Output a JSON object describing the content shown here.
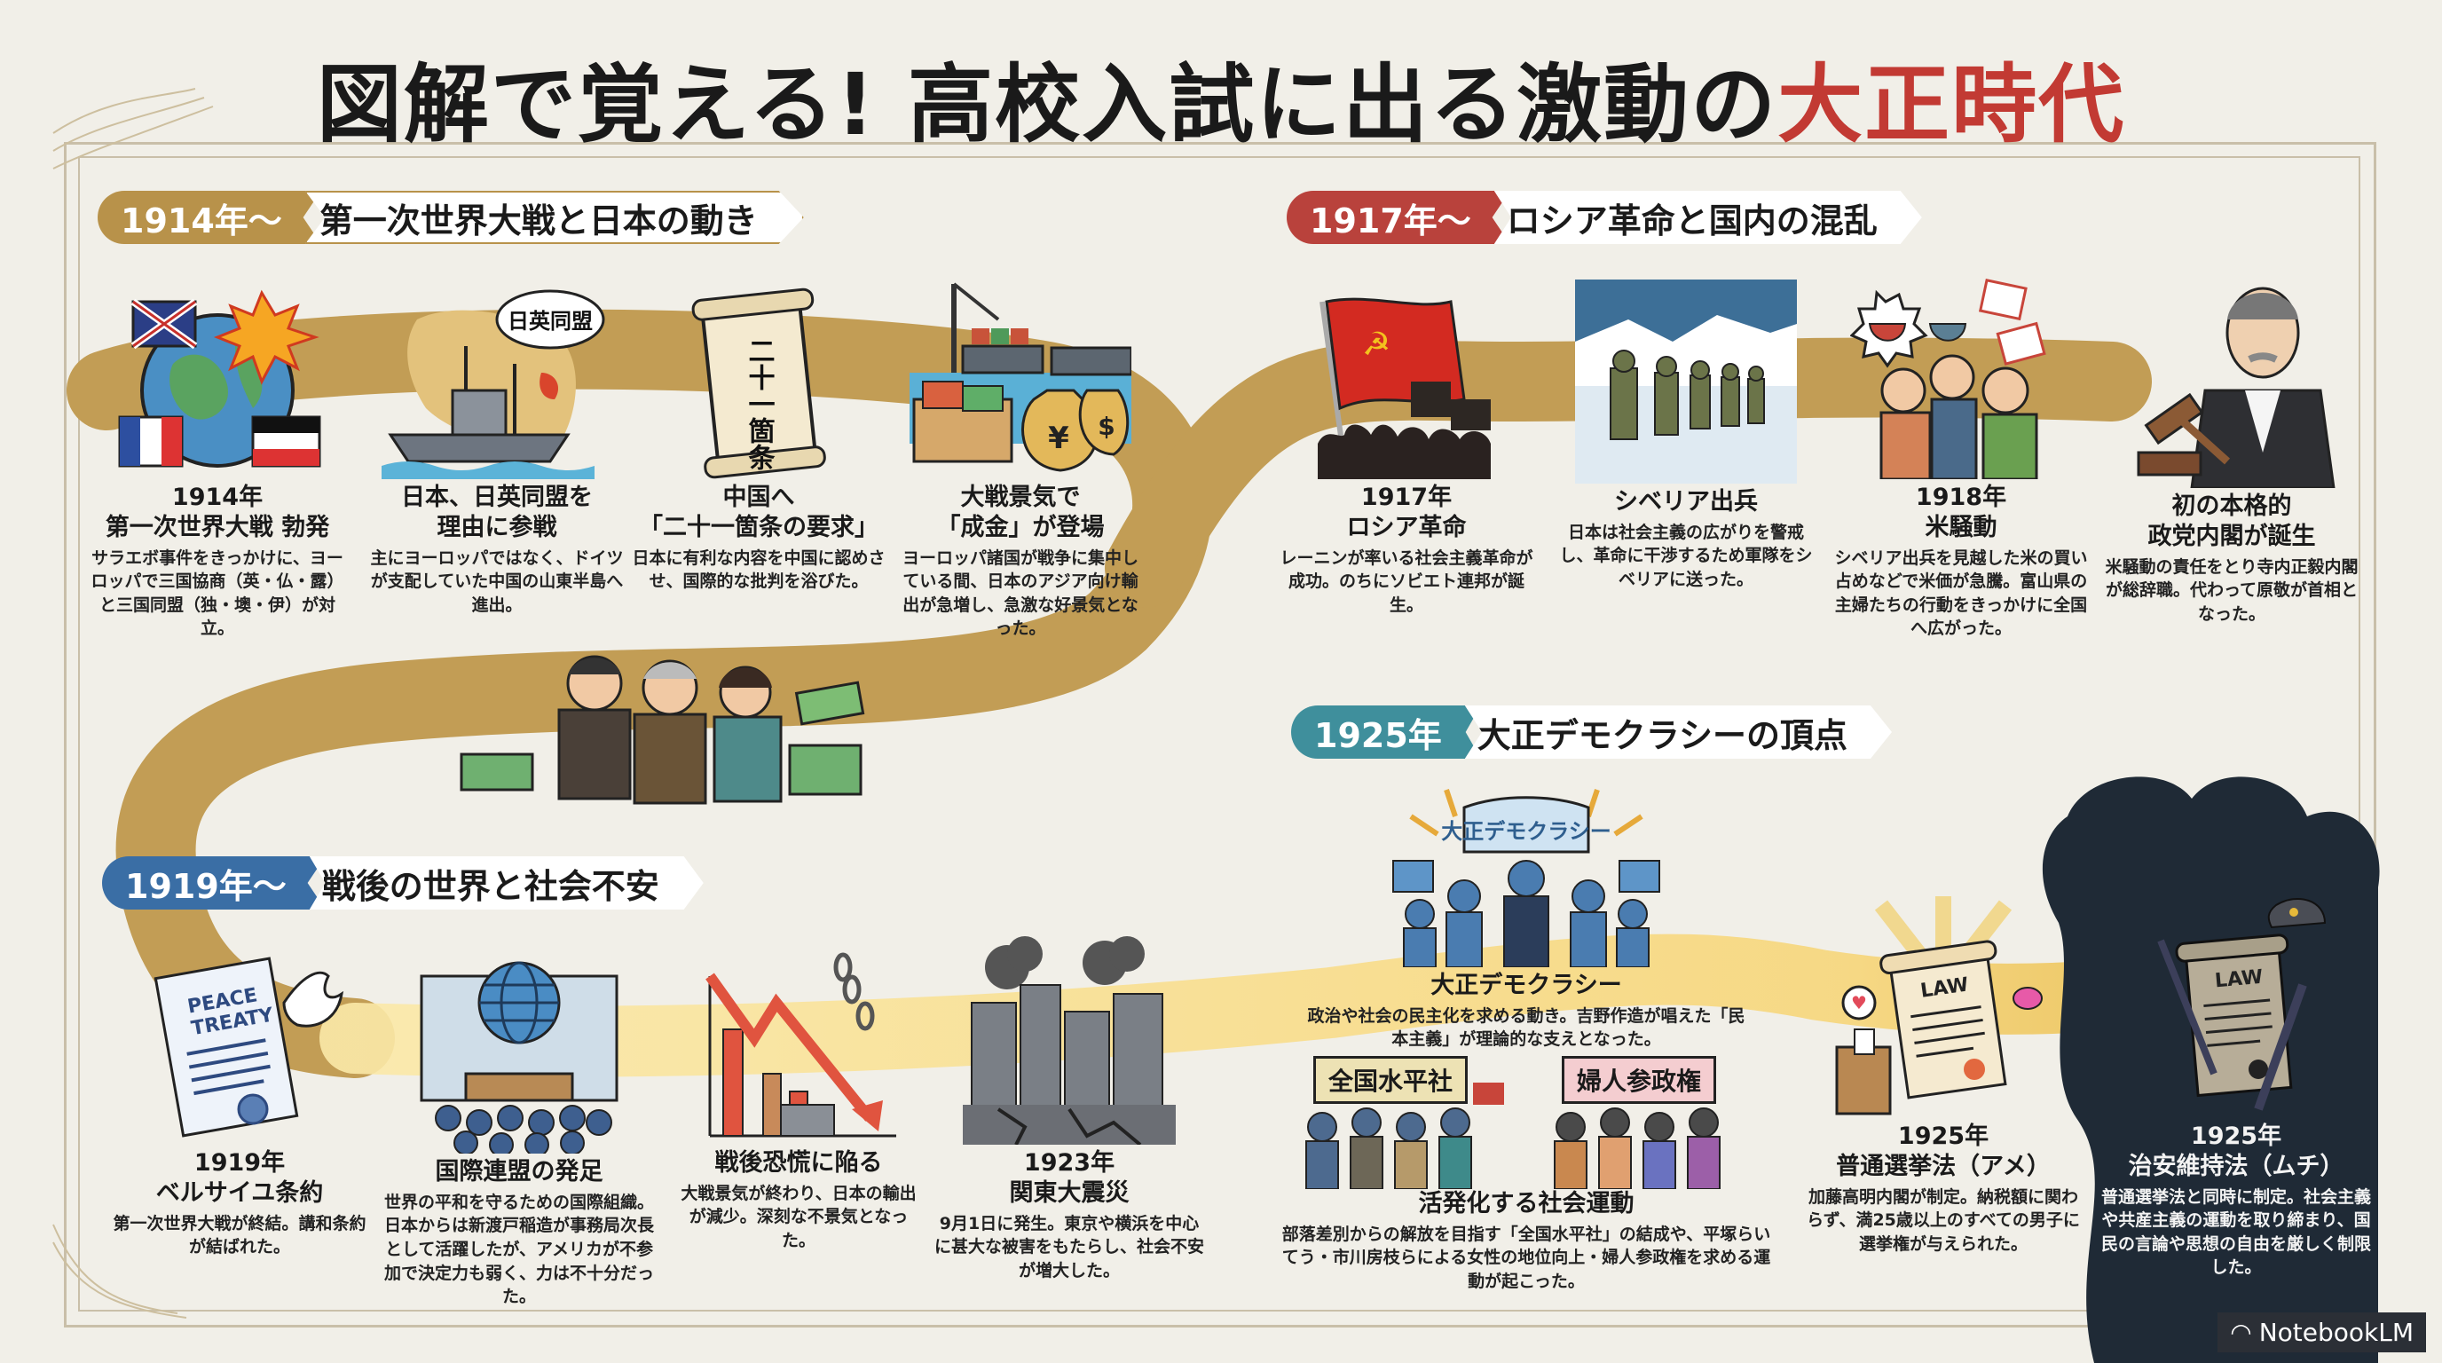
{
  "title": {
    "main": "図解で覚える! 高校入試に出る激動の",
    "accent": "大正時代"
  },
  "colors": {
    "gold": "#b8924a",
    "red": "#b9423c",
    "blue": "#3a6ea5",
    "teal": "#3f8f9c",
    "title_accent": "#c23a33",
    "dark_panel": "#1f2a36"
  },
  "sections": [
    {
      "year": "1914年〜",
      "label": "第一次世界大戦と日本の動き",
      "color": "#b8924a"
    },
    {
      "year": "1917年〜",
      "label": "ロシア革命と国内の混乱",
      "color": "#b9423c"
    },
    {
      "year": "1919年〜",
      "label": "戦後の世界と社会不安",
      "color": "#3a6ea5"
    },
    {
      "year": "1925年",
      "label": "大正デモクラシーの頂点",
      "color": "#3f8f9c"
    }
  ],
  "items": [
    {
      "icon": "globe-flags-icon",
      "heading": "1914年\n第一次世界大戦 勃発",
      "text": "サラエボ事件をきっかけに、ヨーロッパで三国協商（英・仏・露）と三国同盟（独・墺・伊）が対立。"
    },
    {
      "icon": "warship-map-icon",
      "bubble": "日英同盟",
      "heading": "日本、日英同盟を\n理由に参戦",
      "text": "主にヨーロッパではなく、ドイツが支配していた中国の山東半島へ進出。"
    },
    {
      "icon": "scroll-icon",
      "scroll_text": "二十一箇条",
      "heading": "中国へ\n「二十一箇条の要求」",
      "text": "日本に有利な内容を中国に認めさせ、国際的な批判を浴びた。"
    },
    {
      "icon": "port-money-icon",
      "heading": "大戦景気で\n「成金」が登場",
      "text": "ヨーロッパ諸国が戦争に集中している間、日本のアジア向け輸出が急増し、急激な好景気となった。"
    },
    {
      "icon": "soviet-flag-icon",
      "heading": "1917年\nロシア革命",
      "text": "レーニンが率いる社会主義革命が成功。のちにソビエト連邦が誕生。"
    },
    {
      "icon": "soldiers-snow-icon",
      "heading": "シベリア出兵",
      "text": "日本は社会主義の広がりを警戒し、革命に干渉するため軍隊をシベリアに送った。"
    },
    {
      "icon": "rice-riot-icon",
      "heading": "1918年\n米騒動",
      "text": "シベリア出兵を見越した米の買い占めなどで米価が急騰。富山県の主婦たちの行動をきっかけに全国へ広がった。"
    },
    {
      "icon": "politician-icon",
      "heading": "初の本格的\n政党内閣が誕生",
      "text": "米騒動の責任をとり寺内正毅内閣が総辞職。代わって原敬が首相となった。"
    },
    {
      "icon": "peace-treaty-icon",
      "heading": "1919年\nベルサイユ条約",
      "text": "第一次世界大戦が終結。講和条約が結ばれた。"
    },
    {
      "icon": "league-nations-icon",
      "heading": "国際連盟の発足",
      "text": "世界の平和を守るための国際組織。日本からは新渡戸稲造が事務局次長として活躍したが、アメリカが不参加で決定力も弱く、力は不十分だった。"
    },
    {
      "icon": "economy-down-icon",
      "heading": "戦後恐慌に陥る",
      "text": "大戦景気が終わり、日本の輸出が減少。深刻な不景気となった。"
    },
    {
      "icon": "earthquake-city-icon",
      "heading": "1923年\n関東大震災",
      "text": "9月1日に発生。東京や横浜を中心に甚大な被害をもたらし、社会不安が増大した。"
    },
    {
      "icon": "democracy-crowd-icon",
      "banner": "大正デモクラシー",
      "heading": "大正デモクラシー",
      "text": "政治や社会の民主化を求める動き。吉野作造が唱えた「民本主義」が理論的な支えとなった。"
    },
    {
      "icon": "social-movement-icon",
      "signs": [
        "全国水平社",
        "婦人参政権"
      ],
      "heading": "活発化する社会運動",
      "text": "部落差別からの解放を目指す「全国水平社」の結成や、平塚らいてう・市川房枝らによる女性の地位向上・婦人参政権を求める運動が起こった。"
    },
    {
      "icon": "law-scroll-bright-icon",
      "scroll_text": "LAW",
      "heading": "1925年\n普通選挙法（アメ）",
      "text": "加藤高明内閣が制定。納税額に関わらず、満25歳以上のすべての男子に選挙権が与えられた。"
    },
    {
      "icon": "law-scroll-dark-icon",
      "scroll_text": "LAW",
      "heading": "1925年\n治安維持法（ムチ）",
      "text": "普通選挙法と同時に制定。社会主義や共産主義の運動を取り締まり、国民の言論や思想の自由を厳しく制限した。"
    }
  ],
  "watermark": "NotebookLM"
}
